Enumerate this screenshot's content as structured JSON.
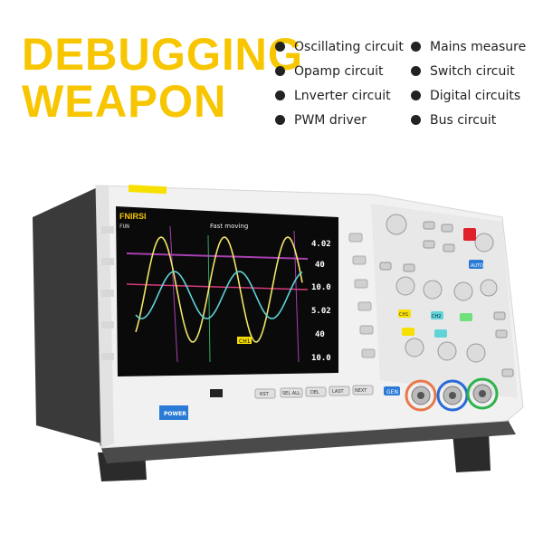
{
  "headline": {
    "line1": "DEBUGGING",
    "line2": "WEAPON",
    "color": "#f7c600"
  },
  "features": [
    "Oscillating circuit",
    "Mains measure",
    "Opamp circuit",
    "Switch circuit",
    "Lnverter circuit",
    "Digital circuits",
    "PWM driver",
    "Bus circuit"
  ],
  "device": {
    "brand": "FNIRSI",
    "mode": "FUN",
    "screen_title": "Fast moving",
    "trigger_label": "CH1",
    "readouts": [
      "4.02",
      "40",
      "10.0",
      "5.02",
      "40",
      "10.0"
    ],
    "bottom_buttons": [
      "RST",
      "SEL ALL",
      "DEL",
      "LAST",
      "NEXT"
    ],
    "power_label": "POWER",
    "gen_label": "GEN",
    "auto_label": "AUTO",
    "channel_labels": [
      "CH1",
      "CH2"
    ],
    "colors": {
      "ch1": "#f0e46a",
      "ch2": "#5fd3d8",
      "cursor_magenta": "#d63aa8",
      "power": "#2a7bd6",
      "run_stop": "#e0202a",
      "auto": "#2a7bd6"
    }
  }
}
